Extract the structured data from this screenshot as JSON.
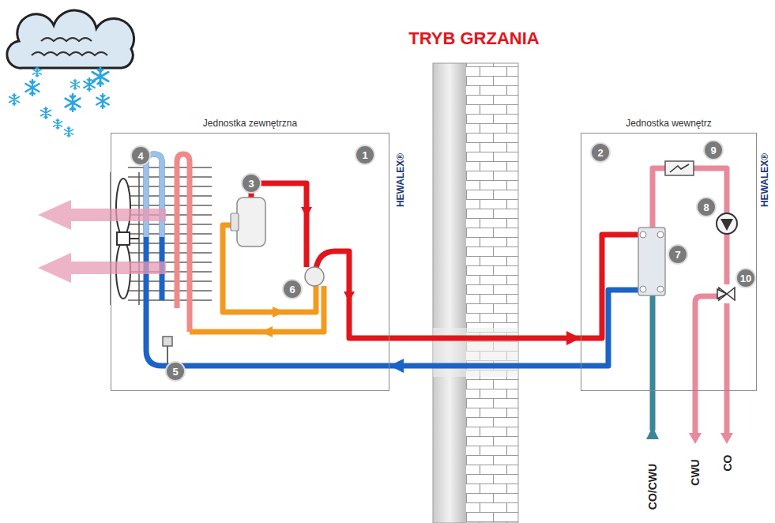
{
  "diagram": {
    "title": "TRYB GRZANIA",
    "nodes": [
      {
        "text": [
          "Jednostka zewnętrzna"
        ]
      },
      {
        "text": [
          "1"
        ],
        "in": 0
      },
      {
        "text": [
          "3"
        ],
        "in": 0
      },
      {
        "text": [
          "4"
        ],
        "in": 0
      },
      {
        "text": [
          "5"
        ],
        "in": 0
      },
      {
        "text": [
          "6"
        ],
        "in": 0
      },
      {
        "text": [
          "Jednostka wewnętrz"
        ]
      },
      {
        "text": [
          "2"
        ],
        "in": 6
      },
      {
        "text": [
          "7"
        ],
        "in": 6
      },
      {
        "text": [
          "8"
        ],
        "in": 6
      },
      {
        "text": [
          "9"
        ],
        "in": 6
      },
      {
        "text": [
          "10"
        ],
        "in": 6
      }
    ],
    "edges": [
      {
        "from": 0,
        "to": 6,
        "arrow": "to"
      },
      {
        "from": 6,
        "to": 0,
        "arrow": "to"
      }
    ],
    "labels": [
      "HEWALEX®",
      "HEWALEX®",
      "CO/CWU",
      "CWU",
      "CO"
    ]
  }
}
